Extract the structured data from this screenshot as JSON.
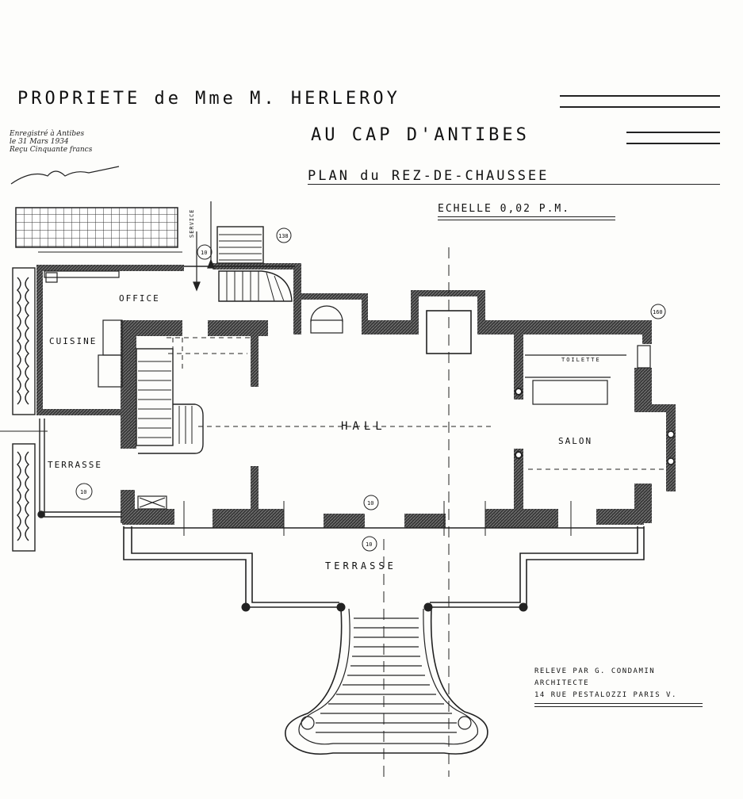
{
  "header": {
    "title": "PROPRIETE de Mme M. HERLEROY",
    "location": "AU CAP D'ANTIBES",
    "sheet": "PLAN du REZ-DE-CHAUSSEE",
    "scale": "ECHELLE 0,02 P.M."
  },
  "stamp": {
    "line1": "Enregistré à Antibes",
    "line2": "le 31 Mars 1934",
    "line3": "Reçu Cinquante francs"
  },
  "rooms": {
    "office": "OFFICE",
    "cuisine": "CUISINE",
    "hall": "HALL",
    "salon": "SALON",
    "toilette": "TOILETTE",
    "terrasse_left": "TERRASSE",
    "terrasse_front": "TERRASSE",
    "service": "SERVICE"
  },
  "levels": {
    "l138": "138",
    "l160": "160",
    "l10a": "10",
    "l10b": "10",
    "l10c": "10",
    "l10d": "10"
  },
  "credit": {
    "line1": "RELEVE PAR G. CONDAMIN",
    "line2": "ARCHITECTE",
    "line3": "14 RUE PESTALOZZI PARIS V."
  }
}
